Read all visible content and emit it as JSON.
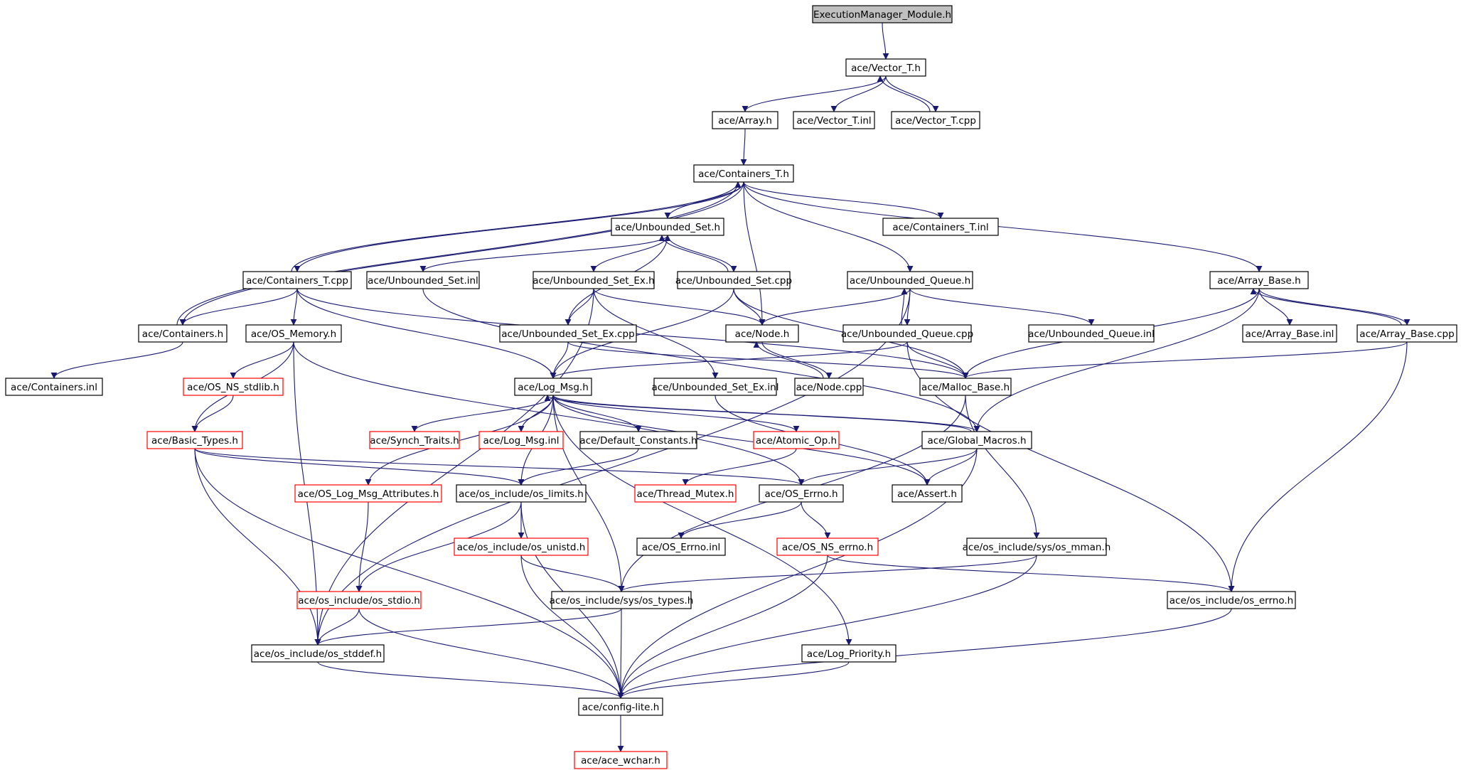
{
  "colors": {
    "edge": "#191970",
    "node_border_normal": "#000000",
    "node_border_incomplete": "#ff0000",
    "node_fill_root": "#c0c0c0",
    "node_fill": "#ffffff"
  },
  "nodes": [
    {
      "id": "n0",
      "label": "ExecutionManager_Module.h",
      "style": "root"
    },
    {
      "id": "n1",
      "label": "ace/Vector_T.h",
      "style": "normal"
    },
    {
      "id": "n2",
      "label": "ace/Array.h",
      "style": "normal"
    },
    {
      "id": "n3",
      "label": "ace/Vector_T.inl",
      "style": "normal"
    },
    {
      "id": "n4",
      "label": "ace/Vector_T.cpp",
      "style": "normal"
    },
    {
      "id": "n5",
      "label": "ace/Containers_T.h",
      "style": "normal"
    },
    {
      "id": "n6",
      "label": "ace/Unbounded_Set.h",
      "style": "normal"
    },
    {
      "id": "n7",
      "label": "ace/Containers_T.inl",
      "style": "normal"
    },
    {
      "id": "n8",
      "label": "ace/Containers_T.cpp",
      "style": "normal"
    },
    {
      "id": "n9",
      "label": "ace/Unbounded_Set.inl",
      "style": "normal"
    },
    {
      "id": "n10",
      "label": "ace/Unbounded_Set_Ex.h",
      "style": "normal"
    },
    {
      "id": "n11",
      "label": "ace/Unbounded_Set.cpp",
      "style": "normal"
    },
    {
      "id": "n12",
      "label": "ace/Unbounded_Queue.h",
      "style": "normal"
    },
    {
      "id": "n13",
      "label": "ace/Array_Base.h",
      "style": "normal"
    },
    {
      "id": "n14",
      "label": "ace/Containers.h",
      "style": "normal"
    },
    {
      "id": "n15",
      "label": "ace/OS_Memory.h",
      "style": "normal"
    },
    {
      "id": "n16",
      "label": "ace/Unbounded_Set_Ex.cpp",
      "style": "normal"
    },
    {
      "id": "n17",
      "label": "ace/Node.h",
      "style": "normal"
    },
    {
      "id": "n18",
      "label": "ace/Unbounded_Queue.cpp",
      "style": "normal"
    },
    {
      "id": "n19",
      "label": "ace/Unbounded_Queue.inl",
      "style": "normal"
    },
    {
      "id": "n20",
      "label": "ace/Array_Base.inl",
      "style": "normal"
    },
    {
      "id": "n21",
      "label": "ace/Array_Base.cpp",
      "style": "normal"
    },
    {
      "id": "n22",
      "label": "ace/Containers.inl",
      "style": "normal"
    },
    {
      "id": "n23",
      "label": "ace/OS_NS_stdlib.h",
      "style": "incomplete"
    },
    {
      "id": "n24",
      "label": "ace/Log_Msg.h",
      "style": "normal"
    },
    {
      "id": "n25",
      "label": "ace/Unbounded_Set_Ex.inl",
      "style": "normal"
    },
    {
      "id": "n26",
      "label": "ace/Node.cpp",
      "style": "normal"
    },
    {
      "id": "n27",
      "label": "ace/Malloc_Base.h",
      "style": "normal"
    },
    {
      "id": "n28",
      "label": "ace/Basic_Types.h",
      "style": "incomplete"
    },
    {
      "id": "n29",
      "label": "ace/Synch_Traits.h",
      "style": "incomplete"
    },
    {
      "id": "n30",
      "label": "ace/Log_Msg.inl",
      "style": "incomplete"
    },
    {
      "id": "n31",
      "label": "ace/Default_Constants.h",
      "style": "normal"
    },
    {
      "id": "n32",
      "label": "ace/Atomic_Op.h",
      "style": "incomplete"
    },
    {
      "id": "n33",
      "label": "ace/Global_Macros.h",
      "style": "normal"
    },
    {
      "id": "n34",
      "label": "ace/OS_Log_Msg_Attributes.h",
      "style": "incomplete"
    },
    {
      "id": "n35",
      "label": "ace/os_include/os_limits.h",
      "style": "normal"
    },
    {
      "id": "n36",
      "label": "ace/Thread_Mutex.h",
      "style": "incomplete"
    },
    {
      "id": "n37",
      "label": "ace/OS_Errno.h",
      "style": "normal"
    },
    {
      "id": "n38",
      "label": "ace/Assert.h",
      "style": "normal"
    },
    {
      "id": "n39",
      "label": "ace/os_include/os_unistd.h",
      "style": "incomplete"
    },
    {
      "id": "n40",
      "label": "ace/OS_Errno.inl",
      "style": "normal"
    },
    {
      "id": "n41",
      "label": "ace/OS_NS_errno.h",
      "style": "incomplete"
    },
    {
      "id": "n42",
      "label": "ace/os_include/sys/os_mman.h",
      "style": "normal"
    },
    {
      "id": "n43",
      "label": "ace/os_include/os_stdio.h",
      "style": "incomplete"
    },
    {
      "id": "n44",
      "label": "ace/os_include/sys/os_types.h",
      "style": "normal"
    },
    {
      "id": "n45",
      "label": "ace/os_include/os_errno.h",
      "style": "normal"
    },
    {
      "id": "n46",
      "label": "ace/os_include/os_stddef.h",
      "style": "normal"
    },
    {
      "id": "n47",
      "label": "ace/Log_Priority.h",
      "style": "normal"
    },
    {
      "id": "n48",
      "label": "ace/config-lite.h",
      "style": "normal"
    },
    {
      "id": "n49",
      "label": "ace/ace_wchar.h",
      "style": "incomplete"
    }
  ],
  "edges": [
    [
      "n0",
      "n1"
    ],
    [
      "n1",
      "n2"
    ],
    [
      "n1",
      "n3"
    ],
    [
      "n1",
      "n4"
    ],
    [
      "n4",
      "n1"
    ],
    [
      "n2",
      "n5"
    ],
    [
      "n5",
      "n6"
    ],
    [
      "n5",
      "n7"
    ],
    [
      "n5",
      "n8"
    ],
    [
      "n5",
      "n14"
    ],
    [
      "n5",
      "n17"
    ],
    [
      "n5",
      "n12"
    ],
    [
      "n5",
      "n13"
    ],
    [
      "n14",
      "n5"
    ],
    [
      "n14",
      "n22"
    ],
    [
      "n8",
      "n5"
    ],
    [
      "n8",
      "n14"
    ],
    [
      "n8",
      "n15"
    ],
    [
      "n8",
      "n24"
    ],
    [
      "n8",
      "n27"
    ],
    [
      "n6",
      "n9"
    ],
    [
      "n6",
      "n10"
    ],
    [
      "n6",
      "n11"
    ],
    [
      "n11",
      "n6"
    ],
    [
      "n11",
      "n17"
    ],
    [
      "n11",
      "n24"
    ],
    [
      "n11",
      "n27"
    ],
    [
      "n9",
      "n33"
    ],
    [
      "n10",
      "n16"
    ],
    [
      "n10",
      "n17"
    ],
    [
      "n10",
      "n25"
    ],
    [
      "n10",
      "n46"
    ],
    [
      "n16",
      "n6"
    ],
    [
      "n16",
      "n24"
    ],
    [
      "n16",
      "n27"
    ],
    [
      "n25",
      "n38"
    ],
    [
      "n12",
      "n17"
    ],
    [
      "n12",
      "n18"
    ],
    [
      "n18",
      "n12"
    ],
    [
      "n12",
      "n19"
    ],
    [
      "n12",
      "n46"
    ],
    [
      "n18",
      "n24"
    ],
    [
      "n18",
      "n27"
    ],
    [
      "n18",
      "n45"
    ],
    [
      "n17",
      "n26"
    ],
    [
      "n26",
      "n17"
    ],
    [
      "n13",
      "n20"
    ],
    [
      "n13",
      "n21"
    ],
    [
      "n21",
      "n13"
    ],
    [
      "n13",
      "n27"
    ],
    [
      "n13",
      "n33"
    ],
    [
      "n21",
      "n27"
    ],
    [
      "n21",
      "n45"
    ],
    [
      "n15",
      "n23"
    ],
    [
      "n15",
      "n28"
    ],
    [
      "n15",
      "n46"
    ],
    [
      "n15",
      "n37"
    ],
    [
      "n23",
      "n28"
    ],
    [
      "n28",
      "n35"
    ],
    [
      "n28",
      "n46"
    ],
    [
      "n28",
      "n48"
    ],
    [
      "n28",
      "n37"
    ],
    [
      "n24",
      "n29"
    ],
    [
      "n24",
      "n30"
    ],
    [
      "n24",
      "n31"
    ],
    [
      "n24",
      "n32"
    ],
    [
      "n24",
      "n33"
    ],
    [
      "n24",
      "n34"
    ],
    [
      "n24",
      "n35"
    ],
    [
      "n24",
      "n38"
    ],
    [
      "n24",
      "n44"
    ],
    [
      "n24",
      "n47"
    ],
    [
      "n33",
      "n24"
    ],
    [
      "n33",
      "n37"
    ],
    [
      "n33",
      "n38"
    ],
    [
      "n33",
      "n48"
    ],
    [
      "n27",
      "n42"
    ],
    [
      "n27",
      "n44"
    ],
    [
      "n31",
      "n35"
    ],
    [
      "n32",
      "n36"
    ],
    [
      "n34",
      "n43"
    ],
    [
      "n35",
      "n39"
    ],
    [
      "n35",
      "n43"
    ],
    [
      "n35",
      "n48"
    ],
    [
      "n37",
      "n40"
    ],
    [
      "n37",
      "n41"
    ],
    [
      "n39",
      "n44"
    ],
    [
      "n39",
      "n48"
    ],
    [
      "n41",
      "n45"
    ],
    [
      "n41",
      "n48"
    ],
    [
      "n42",
      "n44"
    ],
    [
      "n42",
      "n48"
    ],
    [
      "n43",
      "n46"
    ],
    [
      "n43",
      "n48"
    ],
    [
      "n44",
      "n46"
    ],
    [
      "n44",
      "n48"
    ],
    [
      "n45",
      "n48"
    ],
    [
      "n46",
      "n48"
    ],
    [
      "n47",
      "n48"
    ],
    [
      "n48",
      "n49"
    ]
  ]
}
